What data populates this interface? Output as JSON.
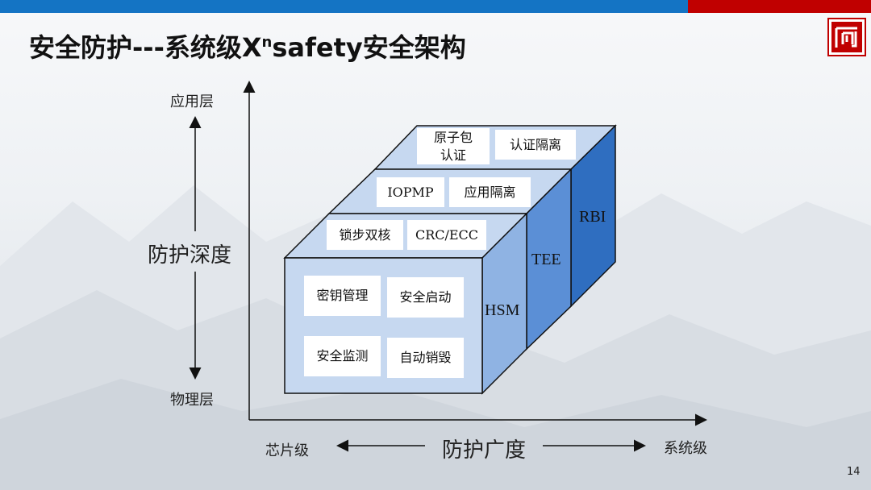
{
  "slide": {
    "title_main": "安全防护---系统级X",
    "title_sup": "n",
    "title_tail": "safety安全架构",
    "page_number": "14"
  },
  "axes": {
    "y_top": "应用层",
    "y_middle": "防护深度",
    "y_bottom": "物理层",
    "x_left": "芯片级",
    "x_middle": "防护广度",
    "x_right": "系统级"
  },
  "layers": {
    "top": {
      "side_label": "RBI",
      "items": [
        "原子包认证",
        "认证隔离"
      ],
      "item0_line1": "原子包",
      "item0_line2": "认证"
    },
    "middle": {
      "side_label": "TEE",
      "items": [
        "IOPMP",
        "应用隔离"
      ]
    },
    "bottom": {
      "side_label": "HSM",
      "top_items": [
        "锁步双核",
        "CRC/ECC"
      ],
      "front_items": [
        "密钥管理",
        "安全启动",
        "安全监测",
        "自动销毁"
      ]
    }
  },
  "colors": {
    "top_bar_blue": "#1474c4",
    "top_bar_red": "#c00000",
    "cube_front": "#c6d8f0",
    "side_hsm": "#8fb3e3",
    "side_tee": "#5b8fd6",
    "side_rbi": "#2f6ec0"
  }
}
